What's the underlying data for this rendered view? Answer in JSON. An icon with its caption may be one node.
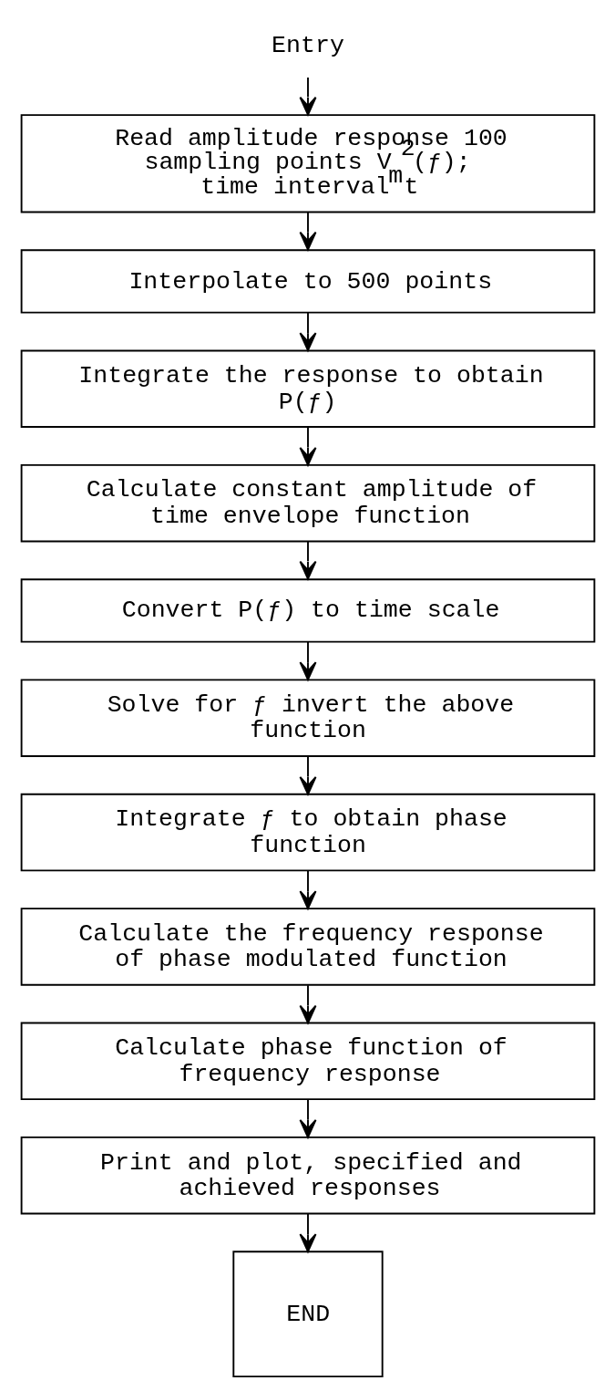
{
  "diagram": {
    "nodes": [
      {
        "text": [
          "Entry"
        ]
      },
      {
        "text": [
          "Read amplitude response 100 sampling points V$_{m}$$^{2}$(ƒ); time interval t"
        ]
      },
      {
        "text": [
          "Interpolate to 500 points"
        ]
      },
      {
        "text": [
          "Integrate the response to obtain P(ƒ)"
        ]
      },
      {
        "text": [
          "Calculate constant amplitude of time envelope function"
        ]
      },
      {
        "text": [
          "Convert P(ƒ) to time scale"
        ]
      },
      {
        "text": [
          "Solve for ƒ invert the above function"
        ]
      },
      {
        "text": [
          "Integrate ƒ to obtain phase function"
        ]
      },
      {
        "text": [
          "Calculate the frequency response of phase modulated function"
        ]
      },
      {
        "text": [
          "Calculate phase function of frequency response"
        ]
      },
      {
        "text": [
          "Print and plot, specified and achieved responses"
        ]
      },
      {
        "text": [
          "END"
        ]
      }
    ],
    "edges": [
      {
        "from": 0,
        "to": 1,
        "arrow": "to"
      },
      {
        "from": 1,
        "to": 2,
        "arrow": "to"
      },
      {
        "from": 2,
        "to": 3,
        "arrow": "to"
      },
      {
        "from": 3,
        "to": 4,
        "arrow": "to"
      },
      {
        "from": 4,
        "to": 5,
        "arrow": "to"
      },
      {
        "from": 5,
        "to": 6,
        "arrow": "to"
      },
      {
        "from": 6,
        "to": 7,
        "arrow": "to"
      },
      {
        "from": 7,
        "to": 8,
        "arrow": "to"
      },
      {
        "from": 8,
        "to": 9,
        "arrow": "to"
      },
      {
        "from": 9,
        "to": 10,
        "arrow": "to"
      },
      {
        "from": 10,
        "to": 11,
        "arrow": "to"
      }
    ]
  }
}
